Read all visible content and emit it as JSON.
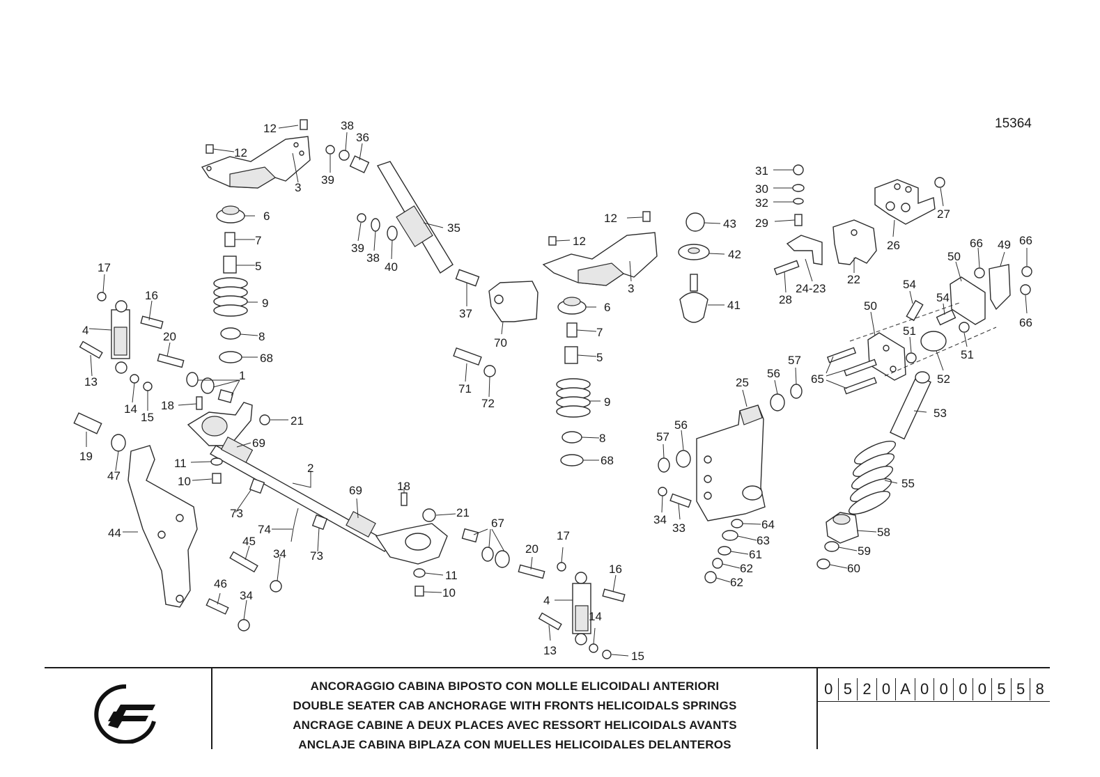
{
  "drawing_number": "15364",
  "callouts": {
    "c12a": "12",
    "c12b": "12",
    "c3a": "3",
    "c39a": "39",
    "c38a": "38",
    "c36": "36",
    "c6a": "6",
    "c7a": "7",
    "c5a": "5",
    "c9a": "9",
    "c8a": "8",
    "c68a": "68",
    "c35": "35",
    "c39b": "39",
    "c38b": "38",
    "c40": "40",
    "c37": "37",
    "c70": "70",
    "c17a": "17",
    "c16a": "16",
    "c4a": "4",
    "c20a": "20",
    "c13a": "13",
    "c14a": "14",
    "c15a": "15",
    "c1": "1",
    "c18a": "18",
    "c21a": "21",
    "c19": "19",
    "c47": "47",
    "c69a": "69",
    "c11a": "11",
    "c10a": "10",
    "c2": "2",
    "c73a": "73",
    "c74": "74",
    "c73b": "73",
    "c44": "44",
    "c45": "45",
    "c34a": "34",
    "c46": "46",
    "c34b": "34",
    "c69b": "69",
    "c18b": "18",
    "c21b": "21",
    "c67": "67",
    "c11b": "11",
    "c10b": "10",
    "c20b": "20",
    "c17b": "17",
    "c4b": "4",
    "c16b": "16",
    "c14b": "14",
    "c13b": "13",
    "c15b": "15",
    "c71": "71",
    "c72": "72",
    "c12c": "12",
    "c12d": "12",
    "c3b": "3",
    "c6b": "6",
    "c7b": "7",
    "c5b": "5",
    "c9b": "9",
    "c8b": "8",
    "c68b": "68",
    "c43": "43",
    "c42": "42",
    "c41": "41",
    "c31": "31",
    "c30": "30",
    "c32": "32",
    "c29": "29",
    "c28": "28",
    "c2423": "24-23",
    "c22": "22",
    "c26": "26",
    "c27": "27",
    "c50a": "50",
    "c66a": "66",
    "c49": "49",
    "c66b": "66",
    "c66c": "66",
    "c54a": "54",
    "c54b": "54",
    "c50b": "50",
    "c51a": "51",
    "c51b": "51",
    "c52": "52",
    "c65": "65",
    "c57a": "57",
    "c56a": "56",
    "c25": "25",
    "c53": "53",
    "c56b": "56",
    "c57b": "57",
    "c55": "55",
    "c34c": "34",
    "c33": "33",
    "c64": "64",
    "c63": "63",
    "c61": "61",
    "c62a": "62",
    "c62b": "62",
    "c58": "58",
    "c59": "59",
    "c60": "60"
  },
  "title_lines": {
    "it": "ANCORAGGIO CABINA BIPOSTO CON MOLLE ELICOIDALI ANTERIORI",
    "en": "DOUBLE SEATER CAB ANCHORAGE WITH FRONTS HELICOIDALS SPRINGS",
    "fr": "ANCRAGE CABINE A DEUX PLACES AVEC RESSORT HELICOIDALS AVANTS",
    "es": "ANCLAJE CABINA BIPLAZA CON MUELLES HELICOIDALES DELANTEROS"
  },
  "document_code": [
    "0",
    "5",
    "2",
    "0",
    "A",
    "0",
    "0",
    "0",
    "0",
    "5",
    "5",
    "8"
  ],
  "icons": {
    "logo": "manufacturer-logo-icon"
  }
}
